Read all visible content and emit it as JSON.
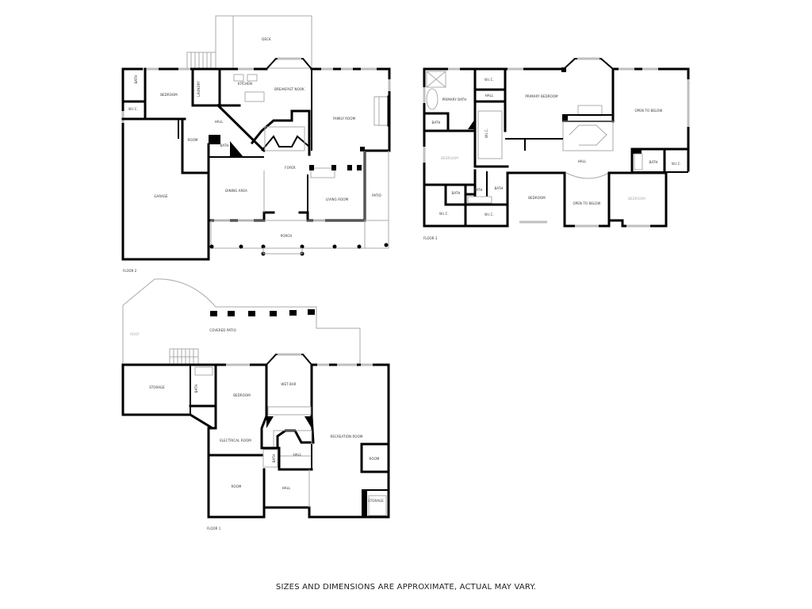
{
  "disclaimer": "SIZES AND DIMENSIONS ARE APPROXIMATE, ACTUAL MAY VARY.",
  "floors": {
    "floor2": {
      "label": "FLOOR 2",
      "rooms": {
        "deck": "DECK",
        "bath_nw": "BATH",
        "wic": "W.I.C.",
        "bedroom": "BEDROOM",
        "laundry": "LAUNDRY",
        "kitchen": "KITCHEN",
        "breakfast_nook": "BREAKFAST NOOK",
        "family_room": "FAMILY ROOM",
        "hall": "HALL",
        "room": "ROOM",
        "bath": "BATH",
        "garage": "GARAGE",
        "foyer": "FOYER",
        "dining_area": "DINING AREA",
        "living_room": "LIVING ROOM",
        "patio": "PATIO",
        "porch": "PORCH"
      }
    },
    "floor3": {
      "label": "FLOOR 3",
      "rooms": {
        "primary_bath": "PRIMARY BATH",
        "wic_top": "W.I.C.",
        "hall_top": "HALL",
        "primary_bedroom": "PRIMARY BEDROOM",
        "open_to_below_right": "OPEN TO BELOW",
        "bath_small": "BATH",
        "wic_mid": "W.I.C.",
        "bedroom_left": "BEDROOM",
        "hall": "HALL",
        "bath_right": "BATH",
        "wic_right": "W.I.C.",
        "bath_a": "BATH",
        "bath_b": "BATH",
        "bath_c": "BATH",
        "wic_bl": "W.I.C.",
        "wic_bm": "W.I.C.",
        "bedroom_mid": "BEDROOM",
        "open_to_below_mid": "OPEN TO BELOW",
        "bedroom_right": "BEDROOM"
      }
    },
    "floor1": {
      "label": "FLOOR 1",
      "rooms": {
        "side_label": "ROOF",
        "covered_patio": "COVERED PATIO",
        "storage_left": "STORAGE",
        "bath": "BATH",
        "bedroom": "BEDROOM",
        "wet_bar": "WET BAR",
        "electrical_room": "ELECTRICAL ROOM",
        "recreation_room": "RECREATION ROOM",
        "bath_small": "BATH",
        "hall_upper": "HALL",
        "room_right": "ROOM",
        "room_left": "ROOM",
        "hall_lower": "HALL",
        "storage_right": "STORAGE"
      }
    }
  }
}
